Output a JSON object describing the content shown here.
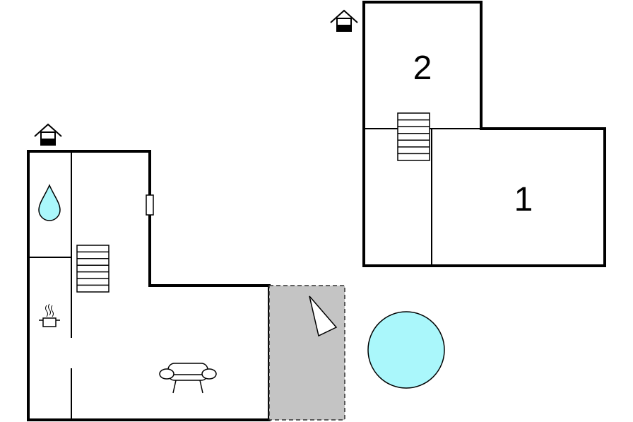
{
  "rooms": {
    "room_1_label": "1",
    "room_2_label": "2"
  },
  "icons": {
    "left_entrance": "house-entrance-icon",
    "right_entrance": "house-entrance-icon",
    "water": "water-drop-icon",
    "kitchen": "cooking-pot-icon",
    "sofa": "sofa-icon",
    "stairs": "staircase-icon",
    "window": "window-icon",
    "terrace": "terrace-area",
    "sunshade": "parasol-icon",
    "pool": "pool-icon"
  },
  "colors": {
    "wall": "#000000",
    "water": "#aaf7fb",
    "pool": "#aaf7fb",
    "terrace": "#c4c4c4",
    "background": "#ffffff"
  }
}
